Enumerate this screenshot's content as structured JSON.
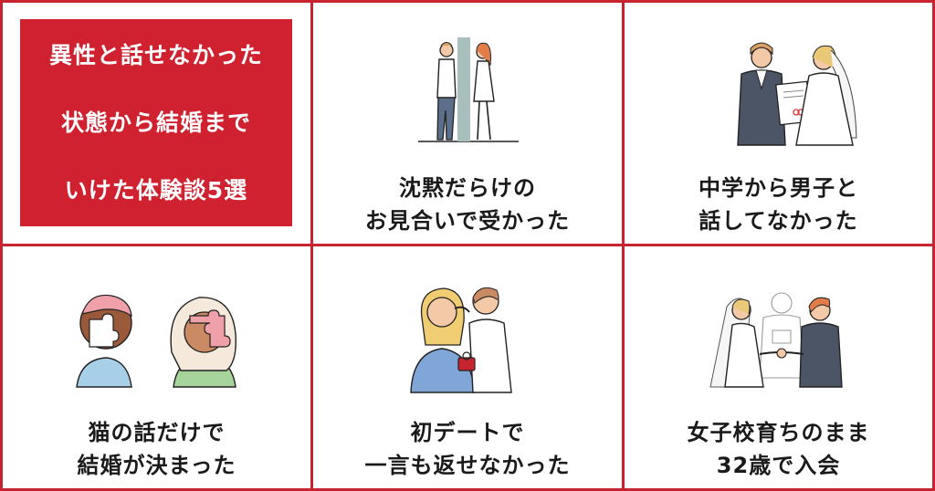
{
  "colors": {
    "accent": "#cf2130",
    "border": "#c8242f",
    "text": "#1a1a1a"
  },
  "title": {
    "line1": "異性と話せなかった",
    "line2": "状態から結婚まで",
    "line3": "いけた体験談5選"
  },
  "cards": [
    {
      "line1": "沈黙だらけの",
      "line2": "お見合いで受かった",
      "icon": "couple-back-to-back-illustration"
    },
    {
      "line1": "中学から男子と",
      "line2": "話してなかった",
      "icon": "wedding-couple-certificate-illustration"
    },
    {
      "line1": "猫の話だけで",
      "line2": "結婚が決まった",
      "icon": "puzzle-heads-illustration"
    },
    {
      "line1": "初デートで",
      "line2": "一言も返せなかった",
      "icon": "proposal-ring-illustration"
    },
    {
      "line1": "女子校育ちのまま",
      "line2": "32歳で入会",
      "icon": "wedding-ceremony-illustration"
    }
  ]
}
